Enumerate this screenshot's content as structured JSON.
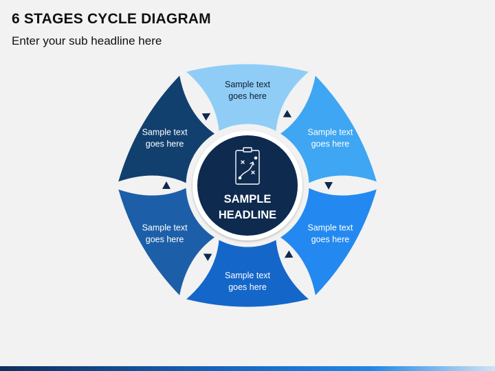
{
  "title": "6 STAGES CYCLE DIAGRAM",
  "subtitle": "Enter your sub headline here",
  "center": {
    "line1": "SAMPLE",
    "line2": "HEADLINE",
    "icon": "strategy-clipboard-icon",
    "color": "#0e2a4e"
  },
  "stages": [
    {
      "line1": "Sample text",
      "line2": "goes here",
      "color": "#8fcdf7",
      "text_color": "#0d1b2a"
    },
    {
      "line1": "Sample text",
      "line2": "goes here",
      "color": "#3ea6f2",
      "text_color": "#ffffff"
    },
    {
      "line1": "Sample text",
      "line2": "goes here",
      "color": "#2389f0",
      "text_color": "#ffffff"
    },
    {
      "line1": "Sample text",
      "line2": "goes here",
      "color": "#1467c9",
      "text_color": "#ffffff"
    },
    {
      "line1": "Sample text",
      "line2": "goes here",
      "color": "#1c5fa8",
      "text_color": "#ffffff"
    },
    {
      "line1": "Sample text",
      "line2": "goes here",
      "color": "#11406f",
      "text_color": "#ffffff"
    }
  ],
  "arrow_color": "#0e2a4e"
}
